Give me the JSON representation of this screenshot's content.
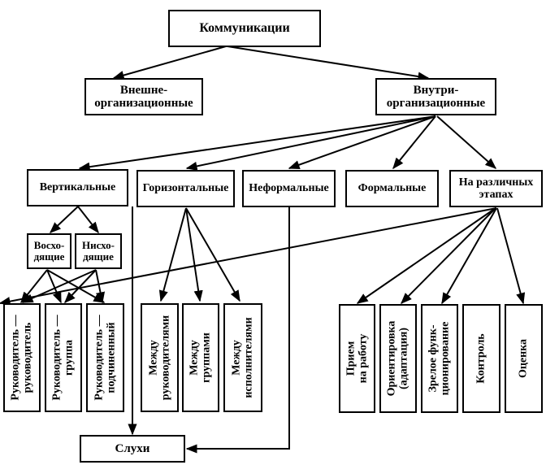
{
  "root": {
    "label": "Коммуникации"
  },
  "level1": {
    "external": {
      "line1": "Внешне-",
      "line2": "организационные"
    },
    "internal": {
      "line1": "Внутри-",
      "line2": "организационные"
    }
  },
  "level2": {
    "vertical": "Вертикальные",
    "horizontal": "Горизонтальные",
    "informal": "Неформальные",
    "formal": "Формальные",
    "stages": {
      "line1": "На различных",
      "line2": "этапах"
    }
  },
  "vertical_sub": {
    "ascending": {
      "line1": "Восхо-",
      "line2": "дящие"
    },
    "descending": {
      "line1": "Нисхо-",
      "line2": "дящие"
    }
  },
  "vertical_leaves": [
    {
      "line1": "Руководитель —",
      "line2": "руководитель"
    },
    {
      "line1": "Руководитель —",
      "line2": "группа"
    },
    {
      "line1": "Руководитель —",
      "line2": "подчиненный"
    }
  ],
  "horizontal_leaves": [
    {
      "line1": "Между",
      "line2": "руководителями"
    },
    {
      "line1": "Между",
      "line2": "группами"
    },
    {
      "line1": "Между",
      "line2": "исполнителями"
    }
  ],
  "stage_leaves": [
    {
      "line1": "Прием",
      "line2": "на работу"
    },
    {
      "line1": "Ориентировка",
      "line2": "(адаптация)"
    },
    {
      "line1": "Зрелое функ-",
      "line2": "ционирование"
    },
    {
      "line1": "Контроль",
      "line2": ""
    },
    {
      "line1": "Оценка",
      "line2": ""
    }
  ],
  "rumors": {
    "label": "Слухи"
  }
}
